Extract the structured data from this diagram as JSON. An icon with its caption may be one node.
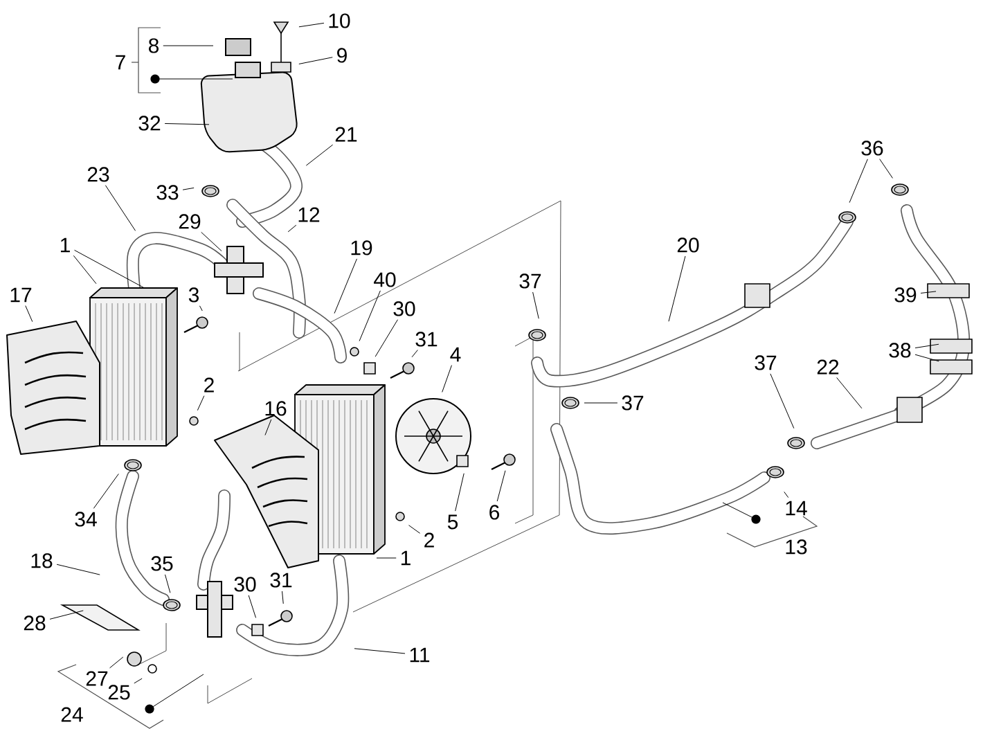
{
  "diagram": {
    "nodes": [
      {
        "text": [
          "7"
        ]
      },
      {
        "text": [
          "8"
        ]
      },
      {
        "text": [
          "10"
        ]
      },
      {
        "text": [
          "9"
        ]
      },
      {
        "text": [
          "32"
        ]
      },
      {
        "text": [
          "21"
        ]
      },
      {
        "text": [
          "23"
        ]
      },
      {
        "text": [
          "33"
        ]
      },
      {
        "text": [
          "12"
        ]
      },
      {
        "text": [
          "29"
        ]
      },
      {
        "text": [
          "1"
        ]
      },
      {
        "text": [
          "19"
        ]
      },
      {
        "text": [
          "17"
        ]
      },
      {
        "text": [
          "3"
        ]
      },
      {
        "text": [
          "40"
        ]
      },
      {
        "text": [
          "30"
        ]
      },
      {
        "text": [
          "31"
        ]
      },
      {
        "text": [
          "4"
        ]
      },
      {
        "text": [
          "2"
        ]
      },
      {
        "text": [
          "16"
        ]
      },
      {
        "text": [
          "5"
        ]
      },
      {
        "text": [
          "6"
        ]
      },
      {
        "text": [
          "2"
        ]
      },
      {
        "text": [
          "1"
        ]
      },
      {
        "text": [
          "34"
        ]
      },
      {
        "text": [
          "18"
        ]
      },
      {
        "text": [
          "35"
        ]
      },
      {
        "text": [
          "28"
        ]
      },
      {
        "text": [
          "30"
        ]
      },
      {
        "text": [
          "31"
        ]
      },
      {
        "text": [
          "11"
        ]
      },
      {
        "text": [
          "27"
        ]
      },
      {
        "text": [
          "25"
        ]
      },
      {
        "text": [
          "24"
        ]
      },
      {
        "text": [
          "37"
        ]
      },
      {
        "text": [
          "37"
        ]
      },
      {
        "text": [
          "20"
        ]
      },
      {
        "text": [
          "36"
        ]
      },
      {
        "text": [
          "39"
        ]
      },
      {
        "text": [
          "38"
        ]
      },
      {
        "text": [
          "37"
        ]
      },
      {
        "text": [
          "22"
        ]
      },
      {
        "text": [
          "14"
        ]
      },
      {
        "text": [
          "13"
        ]
      }
    ],
    "edges": [
      {
        "from": 1,
        "to": null,
        "arrow": "none"
      },
      {
        "from": 2,
        "to": null,
        "arrow": "none"
      },
      {
        "from": 3,
        "to": null,
        "arrow": "none"
      },
      {
        "from": 4,
        "to": null,
        "arrow": "none"
      },
      {
        "from": 5,
        "to": null,
        "arrow": "none"
      },
      {
        "from": 6,
        "to": null,
        "arrow": "none"
      },
      {
        "from": 7,
        "to": null,
        "arrow": "none"
      },
      {
        "from": 8,
        "to": null,
        "arrow": "none"
      },
      {
        "from": 9,
        "to": null,
        "arrow": "none"
      },
      {
        "from": 10,
        "to": null,
        "arrow": "none"
      },
      {
        "from": 10,
        "to": null,
        "arrow": "none"
      },
      {
        "from": 11,
        "to": null,
        "arrow": "none"
      },
      {
        "from": 12,
        "to": null,
        "arrow": "none"
      },
      {
        "from": 13,
        "to": null,
        "arrow": "none"
      },
      {
        "from": 14,
        "to": null,
        "arrow": "none"
      },
      {
        "from": 15,
        "to": null,
        "arrow": "none"
      },
      {
        "from": 16,
        "to": null,
        "arrow": "none"
      },
      {
        "from": 17,
        "to": null,
        "arrow": "none"
      },
      {
        "from": 18,
        "to": null,
        "arrow": "none"
      },
      {
        "from": 19,
        "to": null,
        "arrow": "none"
      },
      {
        "from": 20,
        "to": null,
        "arrow": "none"
      },
      {
        "from": 21,
        "to": null,
        "arrow": "none"
      },
      {
        "from": 22,
        "to": null,
        "arrow": "none"
      },
      {
        "from": 23,
        "to": null,
        "arrow": "none"
      },
      {
        "from": 24,
        "to": null,
        "arrow": "none"
      },
      {
        "from": 25,
        "to": null,
        "arrow": "none"
      },
      {
        "from": 26,
        "to": null,
        "arrow": "none"
      },
      {
        "from": 27,
        "to": null,
        "arrow": "none"
      },
      {
        "from": 28,
        "to": null,
        "arrow": "none"
      },
      {
        "from": 29,
        "to": null,
        "arrow": "none"
      },
      {
        "from": 30,
        "to": null,
        "arrow": "none"
      },
      {
        "from": 31,
        "to": null,
        "arrow": "none"
      },
      {
        "from": 32,
        "to": null,
        "arrow": "none"
      },
      {
        "from": 34,
        "to": null,
        "arrow": "none"
      },
      {
        "from": 35,
        "to": null,
        "arrow": "none"
      },
      {
        "from": 36,
        "to": null,
        "arrow": "none"
      },
      {
        "from": 37,
        "to": null,
        "arrow": "none"
      },
      {
        "from": 37,
        "to": null,
        "arrow": "none"
      },
      {
        "from": 38,
        "to": null,
        "arrow": "none"
      },
      {
        "from": 39,
        "to": null,
        "arrow": "none"
      },
      {
        "from": 39,
        "to": null,
        "arrow": "none"
      },
      {
        "from": 40,
        "to": null,
        "arrow": "none"
      },
      {
        "from": 41,
        "to": null,
        "arrow": "none"
      },
      {
        "from": 42,
        "to": null,
        "arrow": "none"
      }
    ]
  }
}
